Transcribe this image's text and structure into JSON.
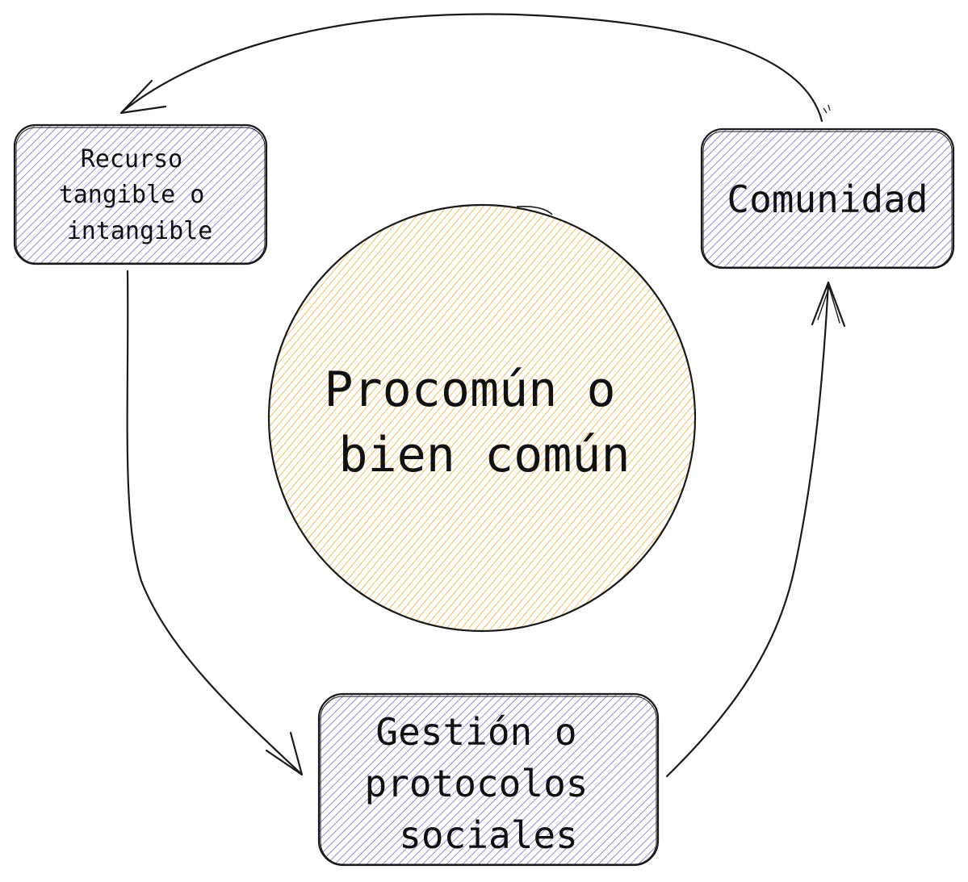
{
  "nodes": {
    "center": {
      "lines": [
        "Procomún o",
        "bien común"
      ]
    },
    "resource": {
      "lines": [
        "Recurso",
        "tangible o",
        "intangible"
      ]
    },
    "community": {
      "lines": [
        "Comunidad"
      ]
    },
    "management": {
      "lines": [
        "Gestión o",
        "protocolos",
        "sociales"
      ]
    }
  },
  "colors": {
    "box_hatch": "#5662c9",
    "circle_hatch": "#efa416",
    "stroke": "#1a1a1a"
  }
}
